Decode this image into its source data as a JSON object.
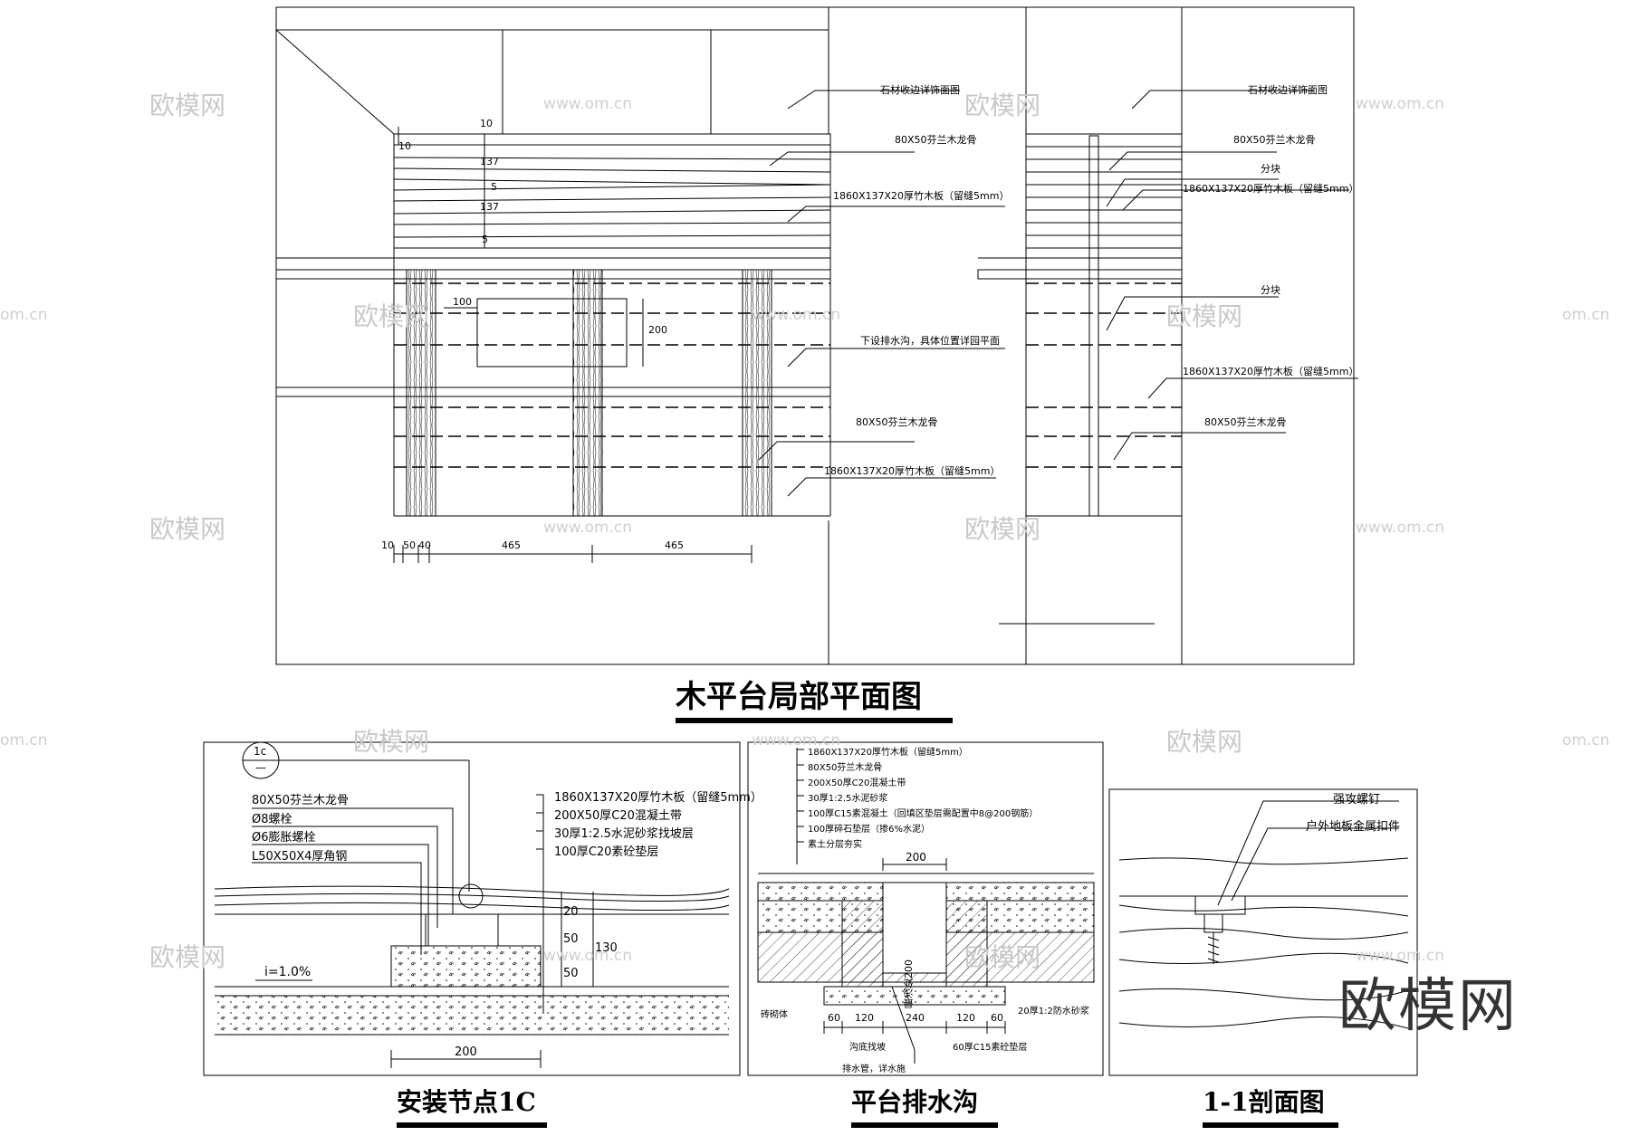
{
  "titles": {
    "main": "木平台局部平面图",
    "install": "安装节点1C",
    "drain": "平台排水沟",
    "section": "1-1剖面图"
  },
  "callout": {
    "top": "1c",
    "bottom": "—"
  },
  "plan_left": {
    "notes": {
      "stone_edge": "石材收边详饰面图",
      "keel_top": "80X50芬兰木龙骨",
      "board_top": "1860X137X20厚竹木板（留缝5mm）",
      "drain_note": "下设排水沟，具体位置详园平面",
      "keel_bottom": "80X50芬兰木龙骨",
      "board_bottom": "1860X137X20厚竹木板（留缝5mm）"
    },
    "dims": {
      "d10_left": "10",
      "d10_top": "10",
      "d137_a": "137",
      "d5_a": "5",
      "d137_b": "137",
      "d5_b": "5",
      "d100": "100",
      "d200": "200",
      "b10": "10",
      "b50": "50",
      "b40": "40",
      "b465_a": "465",
      "b465_b": "465"
    }
  },
  "plan_right": {
    "notes": {
      "stone_edge": "石材收边详饰面图",
      "keel_top": "80X50芬兰木龙骨",
      "split_top": "分块",
      "board_top": "1860X137X20厚竹木板（留缝5mm）",
      "split_mid": "分块",
      "board_mid": "1860X137X20厚竹木板（留缝5mm）",
      "keel_bottom": "80X50芬兰木龙骨"
    }
  },
  "install": {
    "left_notes": [
      "80X50芬兰木龙骨",
      "Ø8螺栓",
      "Ø6膨胀螺栓",
      "L50X50X4厚角钢"
    ],
    "right_notes": [
      "1860X137X20厚竹木板（留缝5mm）",
      "200X50厚C20混凝土带",
      "30厚1:2.5水泥砂浆找坡层",
      "100厚C20素砼垫层"
    ],
    "dims": {
      "d20": "20",
      "d50a": "50",
      "d50b": "50",
      "d130": "130",
      "d200": "200"
    },
    "slope": "i=1.0%"
  },
  "drain": {
    "notes": [
      "1860X137X20厚竹木板（留缝5mm）",
      "80X50芬兰木龙骨",
      "200X50厚C20混凝土带",
      "30厚1:2.5水泥砂浆",
      "100厚C15素混凝土（回填区垫层需配置中8@200钢筋）",
      "100厚碎石垫层（掺6%水泥）",
      "素土分层夯实"
    ],
    "depth_label": "最浅处200",
    "dims": {
      "top200": "200",
      "d60a": "60",
      "d120a": "120",
      "d240": "240",
      "d120b": "120",
      "d60b": "60"
    },
    "labels": {
      "brick": "砖砌体",
      "mortar": "20厚1:2防水砂浆",
      "ditch": "沟底找坡",
      "pad": "60厚C15素砼垫层",
      "pipe": "排水管，详水施"
    }
  },
  "section": {
    "notes": [
      "强攻螺钉",
      "户外地板金属扣件"
    ]
  },
  "watermark": {
    "cn": "欧模网",
    "url": "www.om.cn",
    "url_short": "om.cn"
  },
  "brand": "欧模网"
}
